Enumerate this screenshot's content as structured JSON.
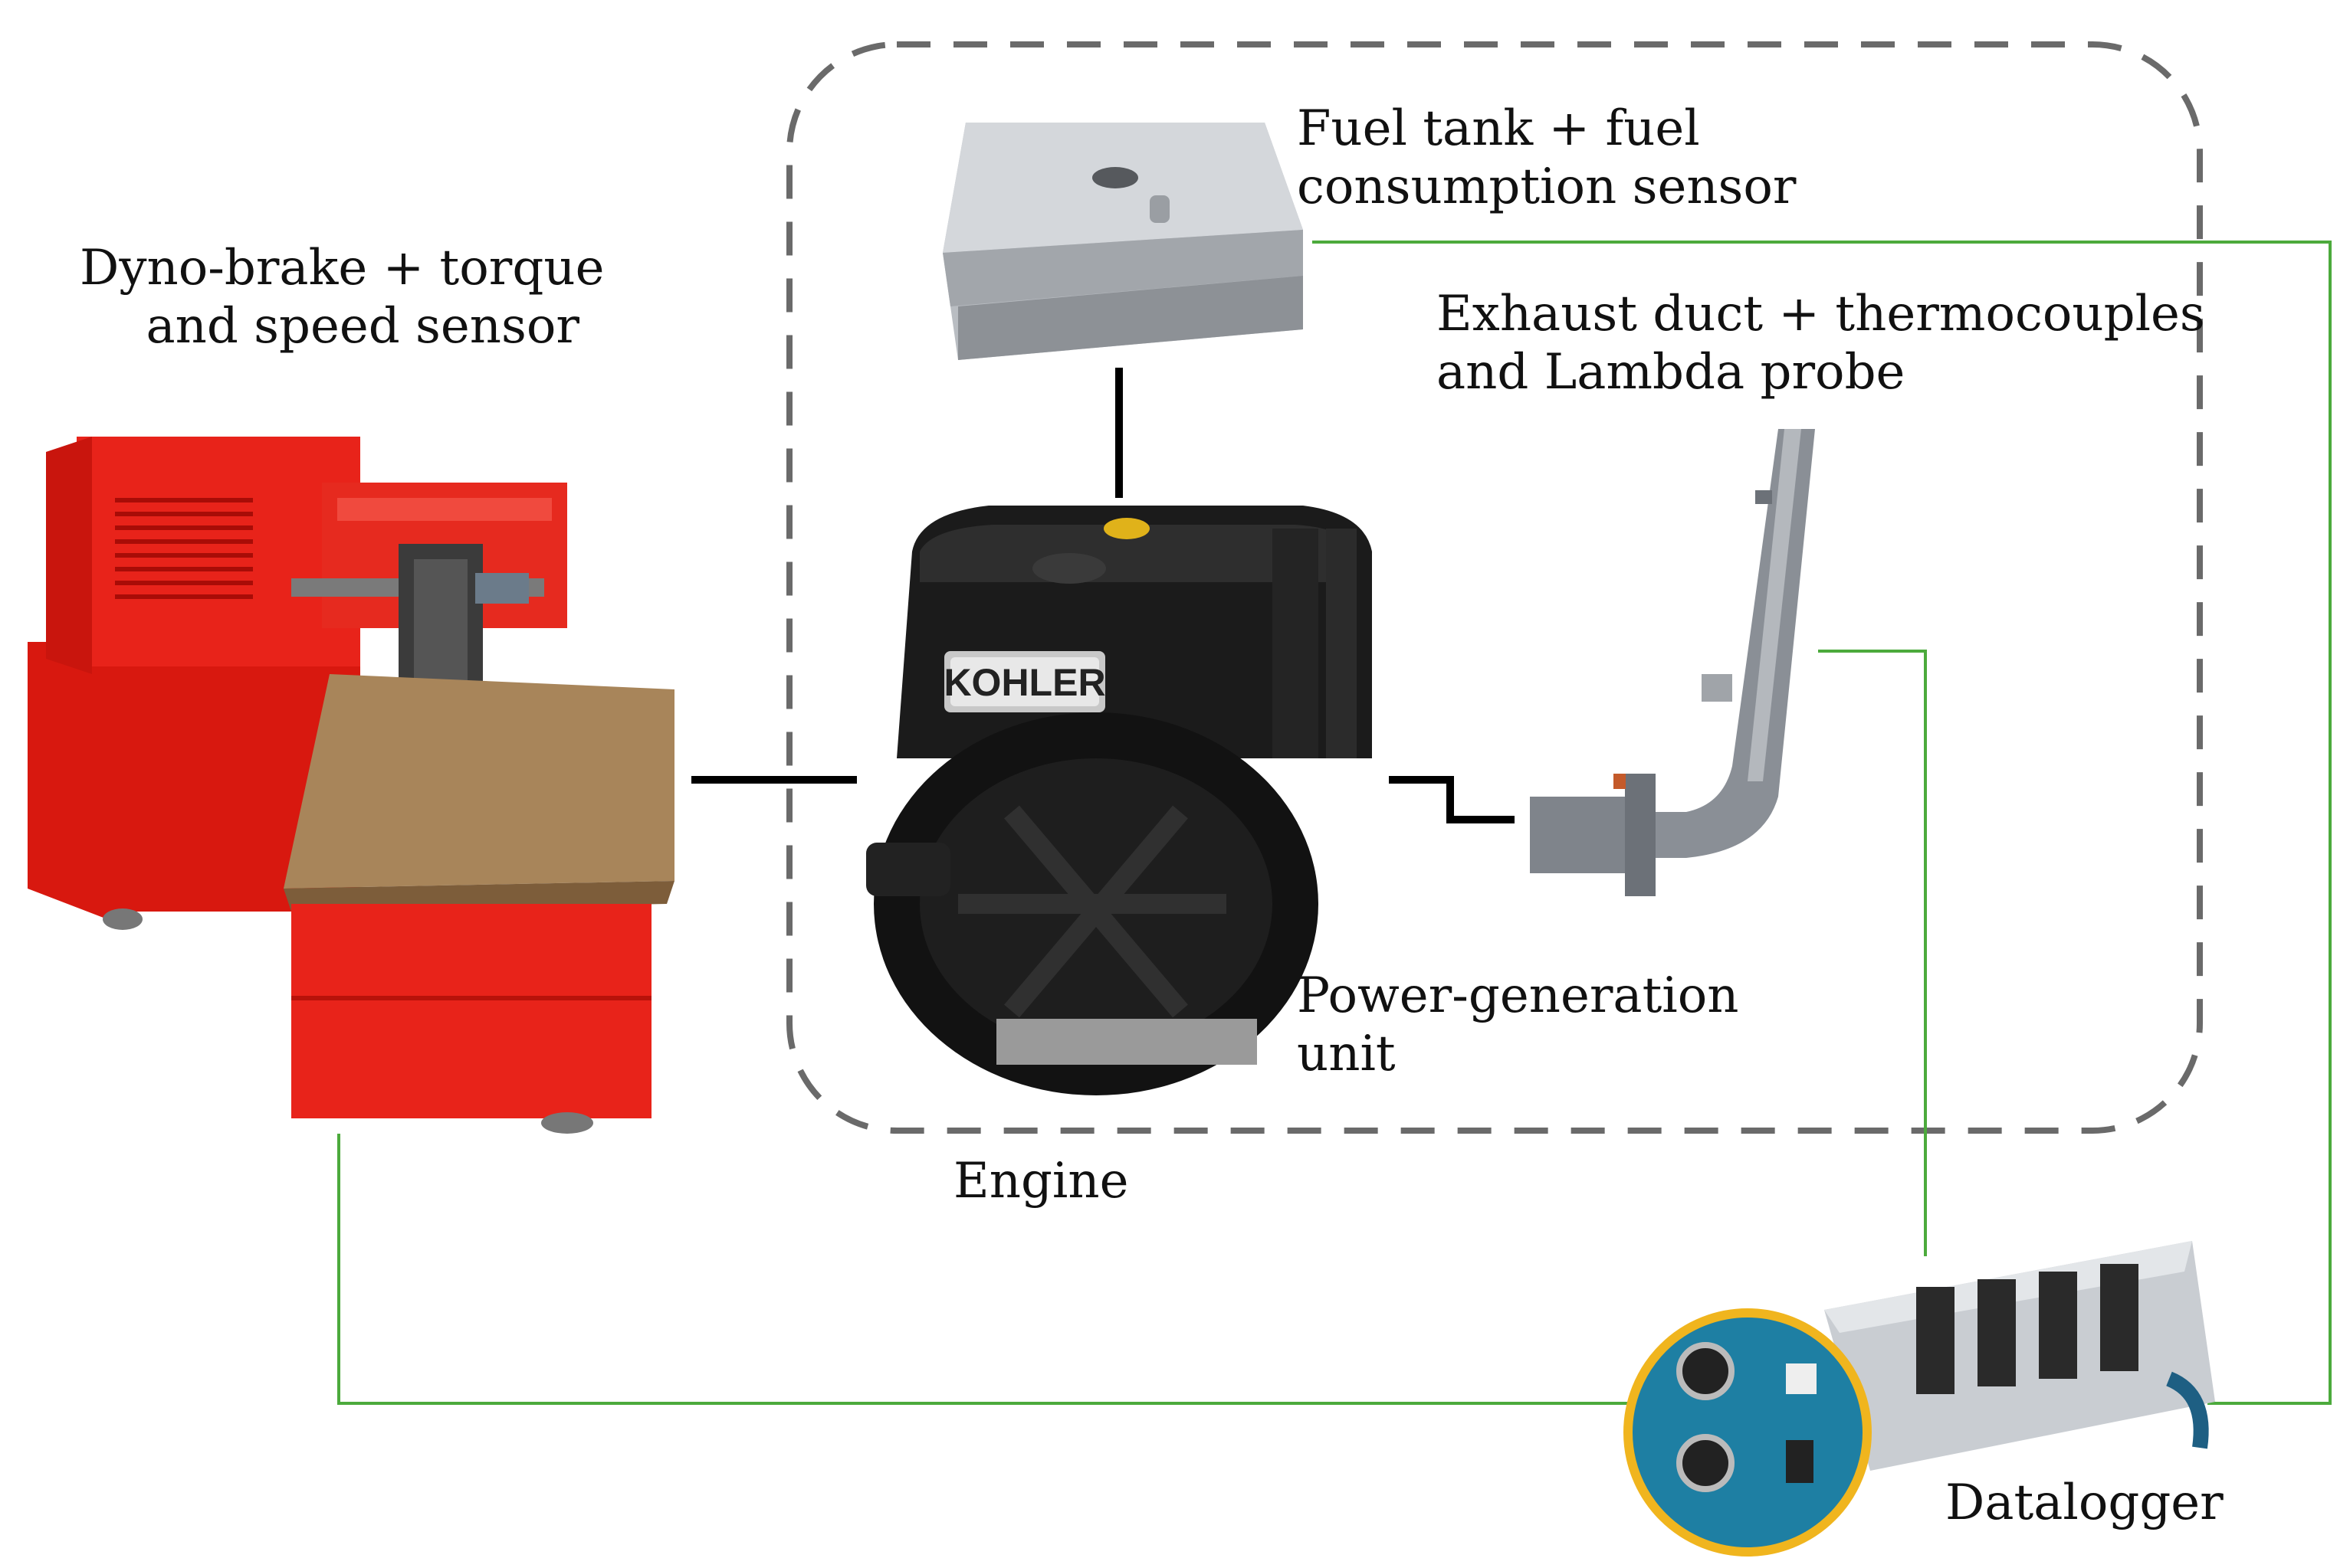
{
  "labels": {
    "dyno": {
      "line1": "Dyno-brake + torque",
      "line2": "and speed sensor"
    },
    "fuel": {
      "line1": "Fuel tank + fuel",
      "line2": "consumption sensor"
    },
    "exhaust": {
      "line1": "Exhaust duct + thermocouples",
      "line2": "and Lambda probe"
    },
    "power": {
      "line1": "Power-generation",
      "line2": "unit"
    },
    "engine": "Engine",
    "datalogger": "Datalogger",
    "engine_brand": "KOHLER"
  },
  "colors": {
    "dyno_red": "#e8231a",
    "wood_table": "#a8855a",
    "engine_black": "#1b1b1b",
    "tank_silver": "#b9bdc2",
    "exhaust_grey": "#8a8f96",
    "signal_line_green": "#4caa3c",
    "mech_link_black": "#000000",
    "boundary_dashed_grey": "#6a6a6a",
    "datalogger_ring": "#f0b51e",
    "datalogger_blue": "#1e7fa3"
  },
  "icons": {
    "dyno": "dyno-brake-machine",
    "fuel_tank": "fuel-tank",
    "engine": "kohler-engine",
    "exhaust": "exhaust-duct",
    "datalogger": "daq-chassis"
  }
}
